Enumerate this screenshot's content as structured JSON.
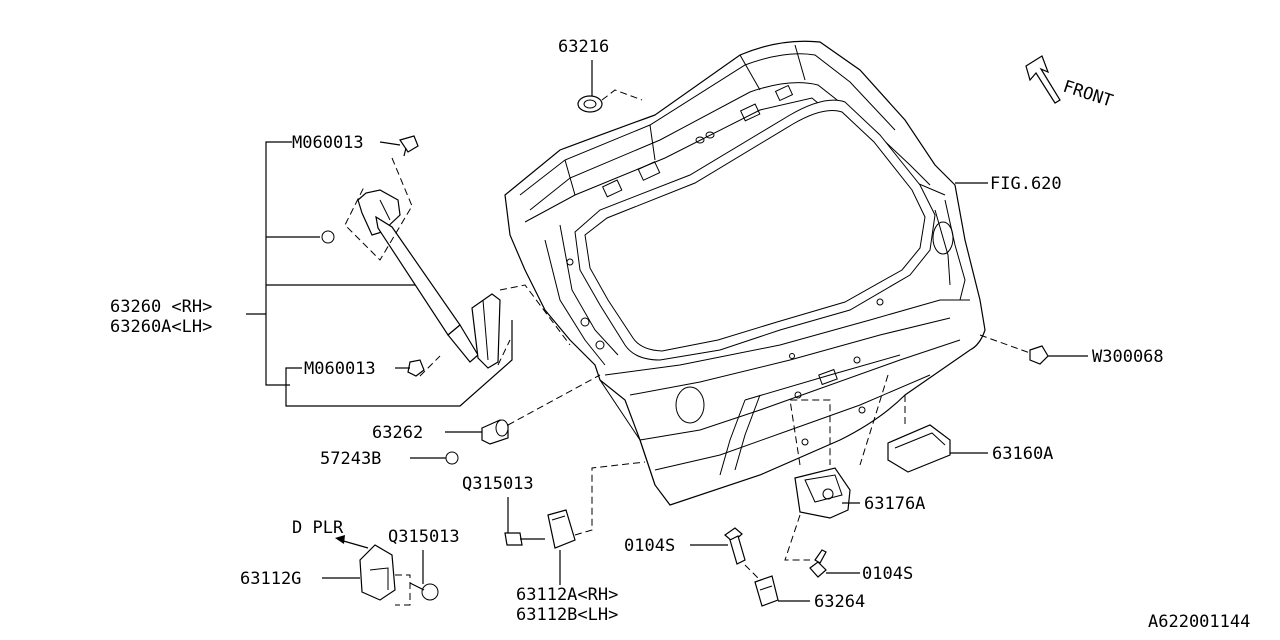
{
  "labels": {
    "p63216": "63216",
    "m060013_top": "M060013",
    "fig620": "FIG.620",
    "front": "FRONT",
    "p63260": "63260 <RH>",
    "p63260a": "63260A<LH>",
    "m060013_bottom": "M060013",
    "w300068": "W300068",
    "p63262": "63262",
    "p57243b": "57243B",
    "p63160a": "63160A",
    "q315013_a": "Q315013",
    "p63176a": "63176A",
    "d_plr": "D PLR",
    "q315013_b": "Q315013",
    "p0104s_a": "0104S",
    "p63112g": "63112G",
    "p0104s_b": "0104S",
    "p63112a": "63112A<RH>",
    "p63112b": "63112B<LH>",
    "p63264": "63264",
    "diagram_id": "A622001144"
  }
}
